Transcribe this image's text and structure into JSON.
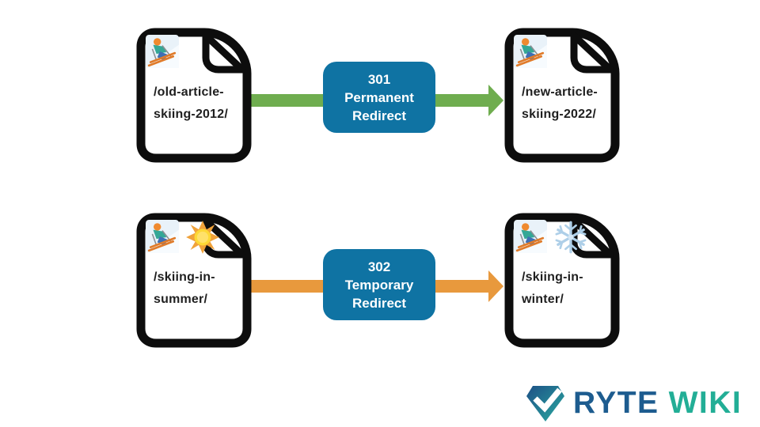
{
  "canvas": {
    "background": "#ffffff"
  },
  "colors": {
    "doc_border": "#0d0d0d",
    "doc_fill": "#ffffff",
    "doc_text": "#1f1f1f",
    "box_bg": "#0f73a3",
    "box_text": "#ffffff",
    "green_arrow": "#6fad4f",
    "orange_arrow": "#e8993d",
    "logo_blue": "#1d5c8f",
    "logo_teal": "#22ae96"
  },
  "rows": [
    {
      "source_doc": {
        "line1": "/old-article-",
        "line2": "skiing-2012/",
        "icons": [
          "skier-icon"
        ]
      },
      "redirect_box": {
        "code": "301",
        "kind": "Permanent",
        "word": "Redirect"
      },
      "arrow": {
        "color_name": "green",
        "direction": "right"
      },
      "target_doc": {
        "line1": "/new-article-",
        "line2": "skiing-2022/",
        "icons": [
          "skier-icon"
        ]
      }
    },
    {
      "source_doc": {
        "line1": "/skiing-in-",
        "line2": "summer/",
        "icons": [
          "skier-icon",
          "sun-icon"
        ]
      },
      "redirect_box": {
        "code": "302",
        "kind": "Temporary",
        "word": "Redirect"
      },
      "arrow": {
        "color_name": "orange",
        "direction": "right"
      },
      "target_doc": {
        "line1": "/skiing-in-",
        "line2": "winter/",
        "icons": [
          "skier-icon",
          "snowflake-icon"
        ]
      }
    }
  ],
  "logo": {
    "brand": "RYTE",
    "suffix": "WIKI",
    "icon": "ryte-diamond-check-icon"
  }
}
